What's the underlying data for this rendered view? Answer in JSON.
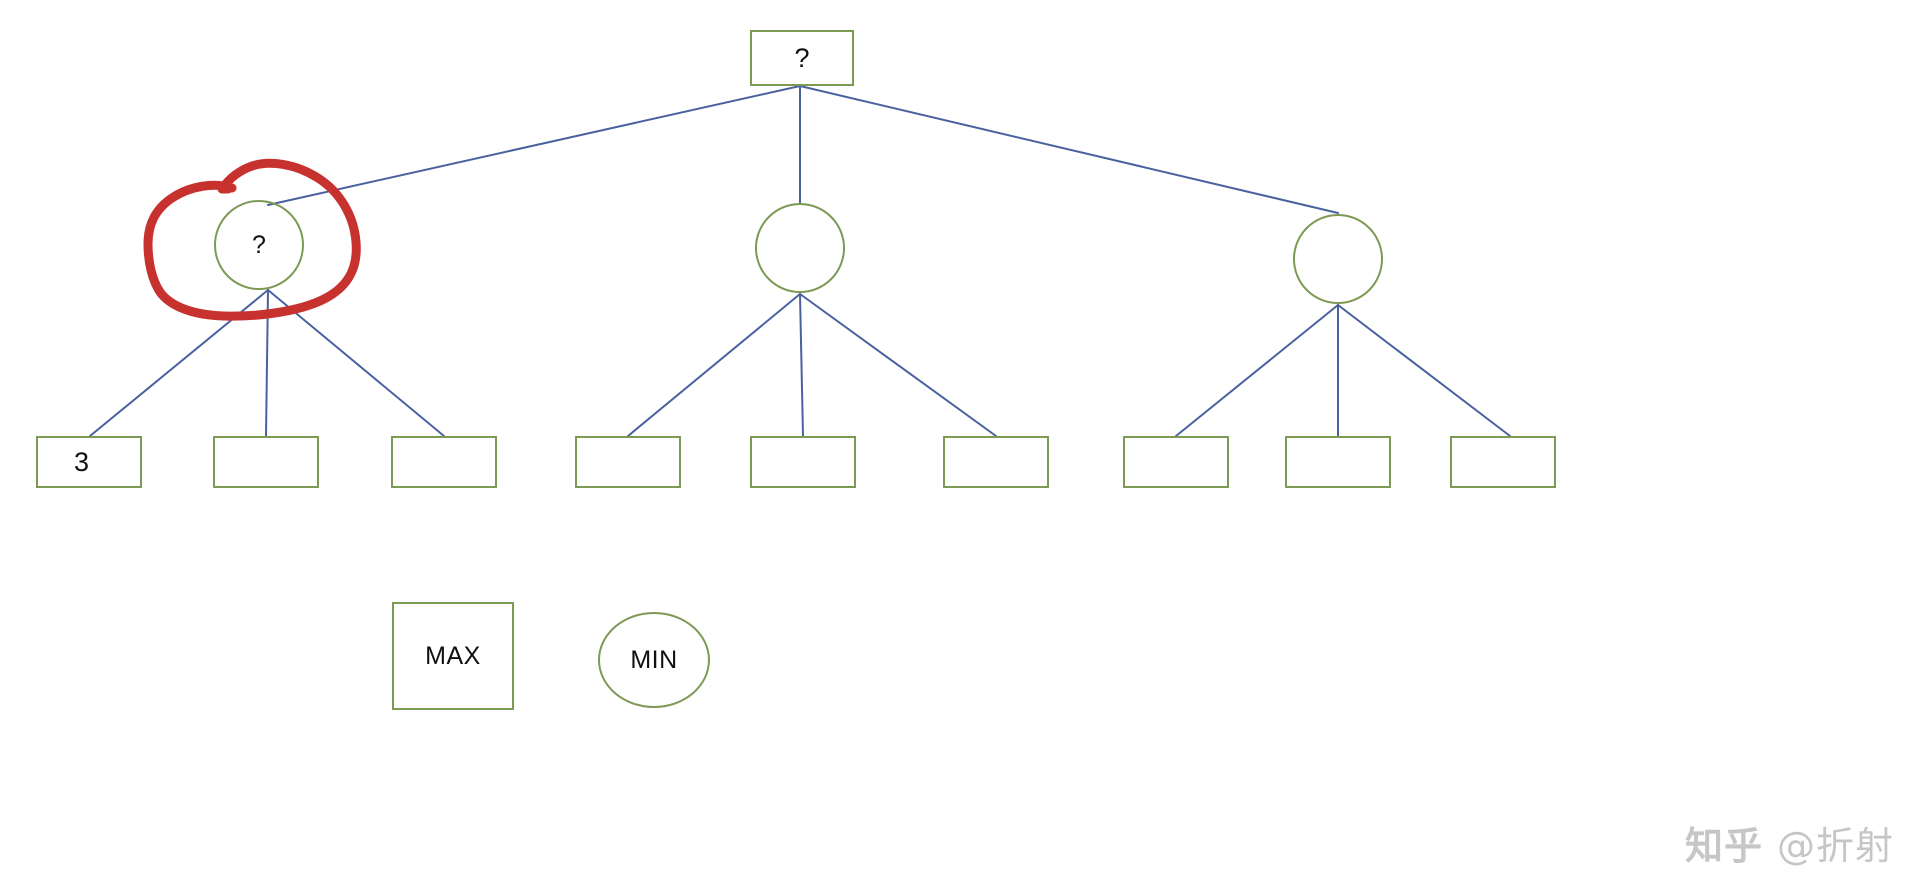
{
  "diagram": {
    "title": "minimax-game-tree",
    "colors": {
      "node_stroke": "#7d9a55",
      "edge_stroke": "#4a61a0",
      "annotation_stroke": "#c8322e",
      "text": "#101010",
      "background": "#ffffff",
      "watermark": "#c6c6c6"
    },
    "root": {
      "id": "root",
      "shape": "rect",
      "label": "?",
      "role": "MAX"
    },
    "min_nodes": [
      {
        "id": "min-1",
        "shape": "circle",
        "label": "?",
        "role": "MIN",
        "annotated": true
      },
      {
        "id": "min-2",
        "shape": "circle",
        "label": "",
        "role": "MIN",
        "annotated": false
      },
      {
        "id": "min-3",
        "shape": "circle",
        "label": "",
        "role": "MIN",
        "annotated": false
      }
    ],
    "leaf_nodes": [
      {
        "id": "leaf-1",
        "shape": "rect",
        "label": "3",
        "role": "MAX"
      },
      {
        "id": "leaf-2",
        "shape": "rect",
        "label": "",
        "role": "MAX"
      },
      {
        "id": "leaf-3",
        "shape": "rect",
        "label": "",
        "role": "MAX"
      },
      {
        "id": "leaf-4",
        "shape": "rect",
        "label": "",
        "role": "MAX"
      },
      {
        "id": "leaf-5",
        "shape": "rect",
        "label": "",
        "role": "MAX"
      },
      {
        "id": "leaf-6",
        "shape": "rect",
        "label": "",
        "role": "MAX"
      },
      {
        "id": "leaf-7",
        "shape": "rect",
        "label": "",
        "role": "MAX"
      },
      {
        "id": "leaf-8",
        "shape": "rect",
        "label": "",
        "role": "MAX"
      },
      {
        "id": "leaf-9",
        "shape": "rect",
        "label": "",
        "role": "MAX"
      }
    ],
    "legend": {
      "max": {
        "label": "MAX",
        "shape": "rect"
      },
      "min": {
        "label": "MIN",
        "shape": "circle"
      }
    },
    "annotation": {
      "type": "hand-drawn-circle",
      "target": "min-1",
      "color": "#c8322e"
    }
  },
  "watermark": {
    "logo": "知乎",
    "handle": "@折射"
  }
}
